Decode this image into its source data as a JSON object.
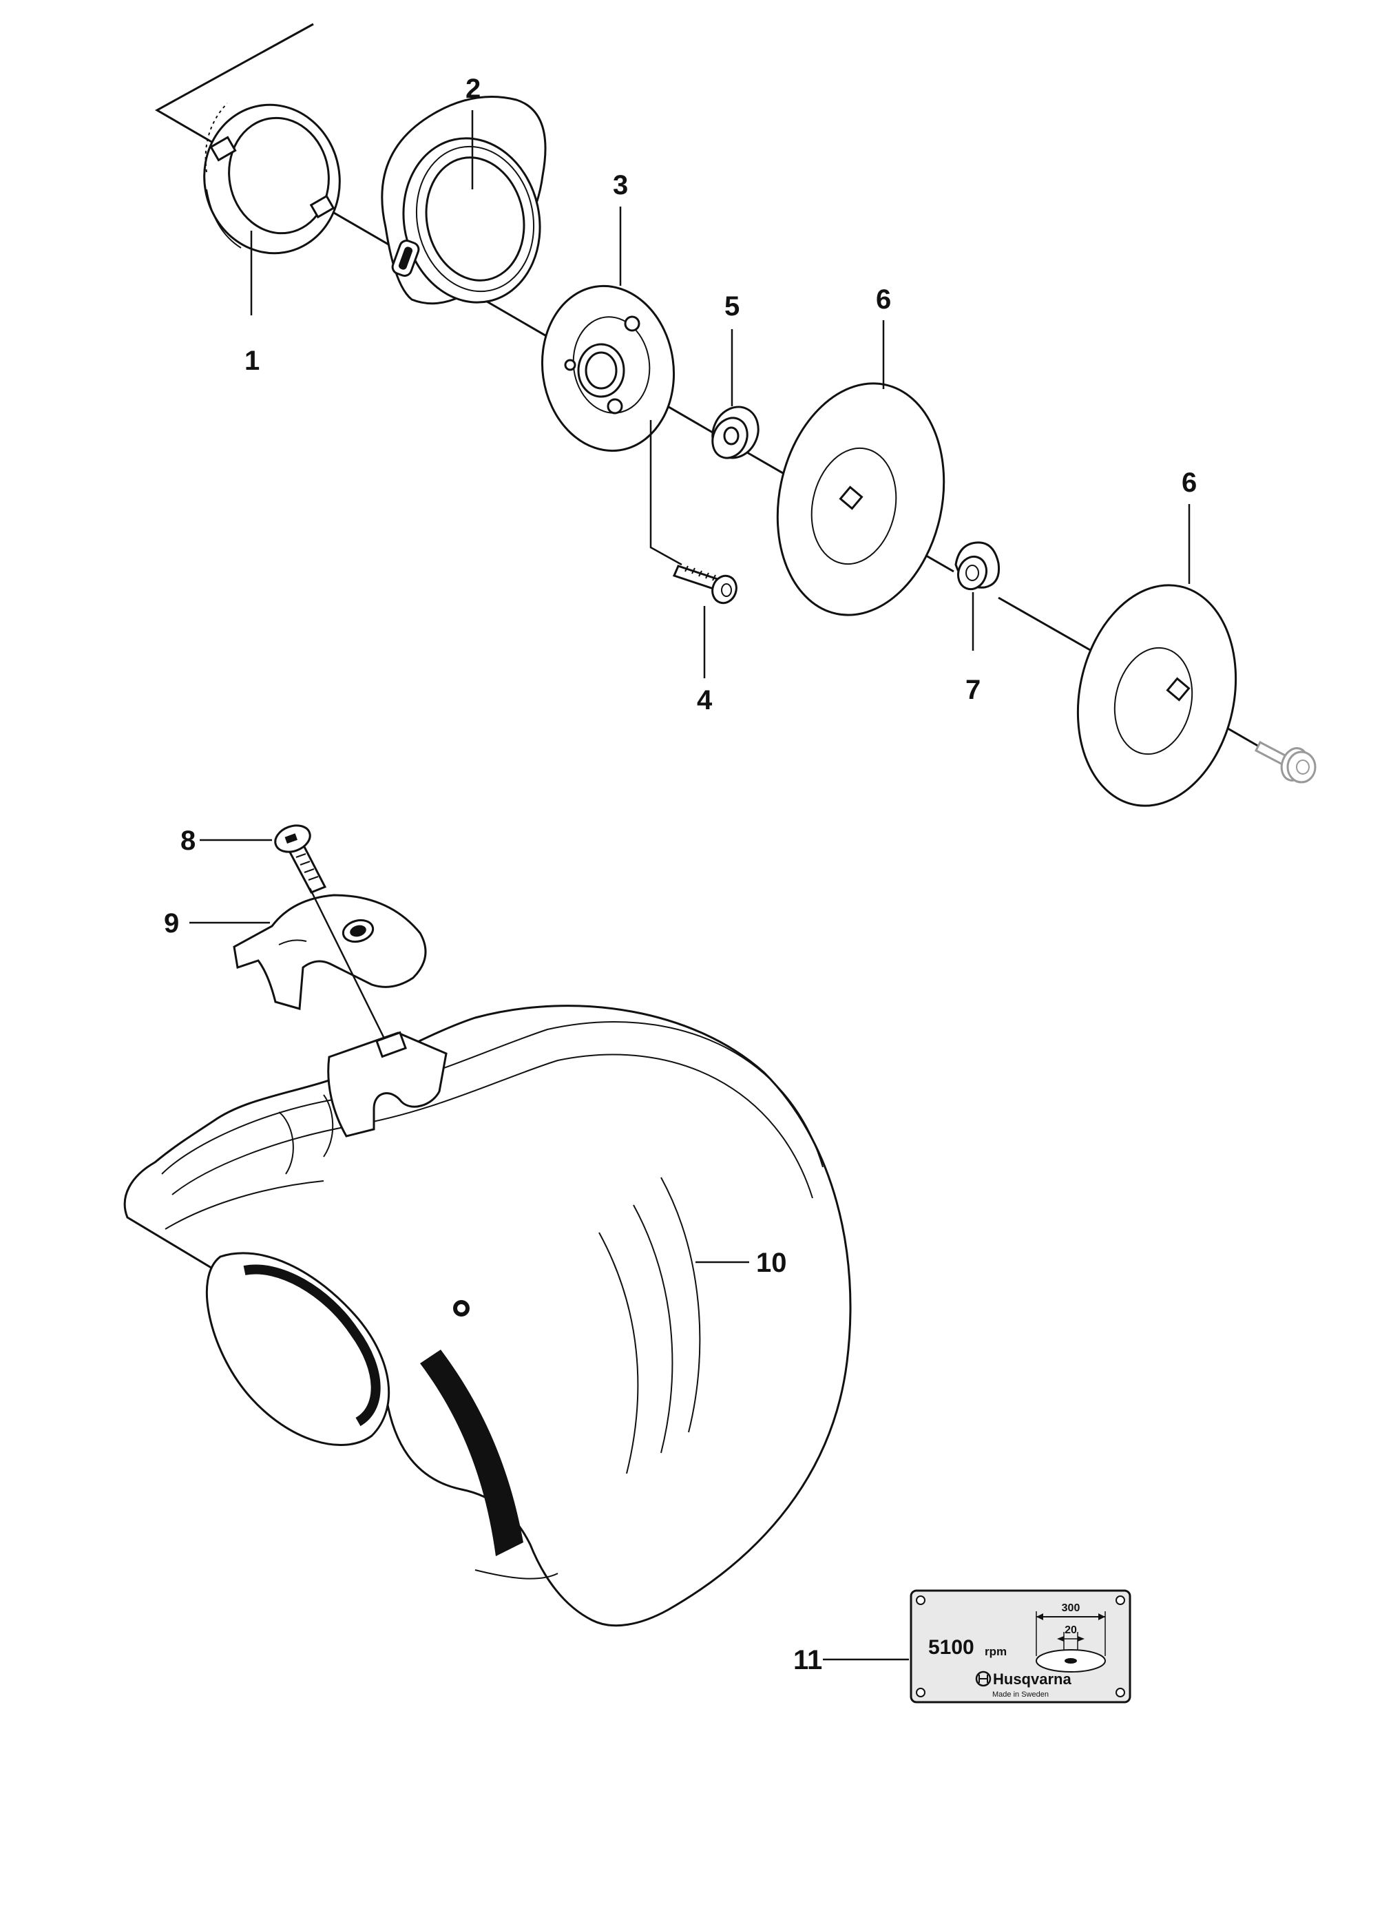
{
  "callouts": {
    "p1": "1",
    "p2": "2",
    "p3": "3",
    "p4": "4",
    "p5": "5",
    "p6a": "6",
    "p6b": "6",
    "p7": "7",
    "p8": "8",
    "p9": "9",
    "p10": "10",
    "p11": "11"
  },
  "plate": {
    "rpm_value": "5100",
    "rpm_unit": "rpm",
    "outer_diameter": "300",
    "bore_diameter": "20",
    "brand": "Husqvarna",
    "origin": "Made in Sweden"
  },
  "colors": {
    "line": "#111111",
    "background": "#ffffff",
    "plate": "#e9e9e9"
  }
}
